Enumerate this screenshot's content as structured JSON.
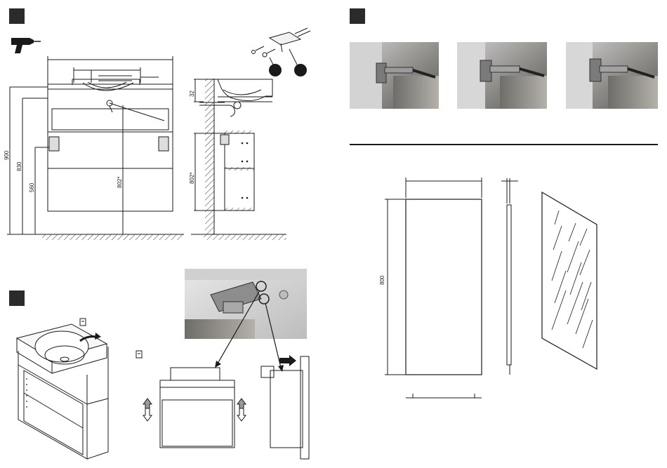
{
  "colors": {
    "ink": "#1a1a1a",
    "step_badge": "#2b2b2b",
    "photo_dark": "#3a3a3a",
    "photo_wood": "#8d8a84",
    "photo_light": "#d9d9d9"
  },
  "icons": {
    "drill": "drill-icon",
    "screw": "screw-icon",
    "arrow": "curved-arrow-icon",
    "updown": "up-down-arrow-icon"
  },
  "dimensions": {
    "overall_height": "900",
    "basin_height": "830",
    "hinge_height": "560",
    "cabinet_height_front": "802*",
    "cabinet_height_side": "802*",
    "top_offset": "32",
    "mirror_height": "800"
  }
}
